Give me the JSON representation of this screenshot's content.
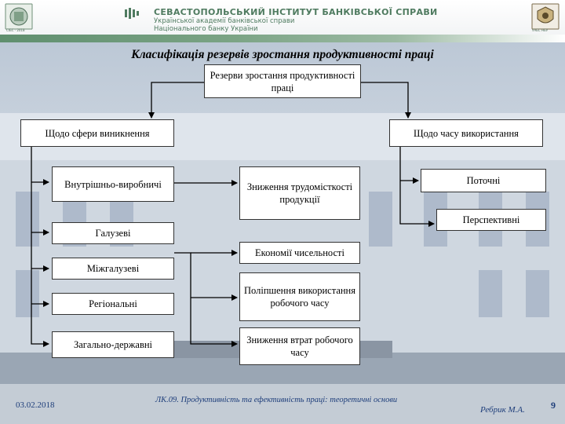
{
  "header": {
    "line1": "СЕВАСТОПОЛЬСЬКИЙ ІНСТИТУТ БАНКІВСЬКОЇ СПРАВИ",
    "line2": "Української академії банківської справи",
    "line3": "Національного банку України",
    "left_logo_caption": "СІБС · 2018",
    "right_logo_caption": "УАБС НБУ",
    "colors": {
      "header_text": "#4f7b60",
      "stripe": "#6f9a79"
    }
  },
  "diagram": {
    "title": "Класифікація резервів зростання продуктивності праці",
    "root": "Резерви зростання продуктивності праці",
    "branch_left": "Щодо сфери виникнення",
    "branch_right": "Щодо часу використання",
    "left_items": [
      "Внутрішньо-виробничі",
      "Галузеві",
      "Міжгалузеві",
      "Регіональні",
      "Загально-державні"
    ],
    "middle_items": [
      "Зниження трудомісткості продукції",
      "Економії чисельності",
      "Поліпшення використання робочого часу",
      "Зниження втрат робочого часу"
    ],
    "right_items": [
      "Поточні",
      "Перспективні"
    ]
  },
  "footer": {
    "date": "03.02.2018",
    "lecture": "ЛК.09. Продуктивність та ефективність праці: теоретичні основи",
    "author": "Ребрик М.А.",
    "page": "9"
  }
}
